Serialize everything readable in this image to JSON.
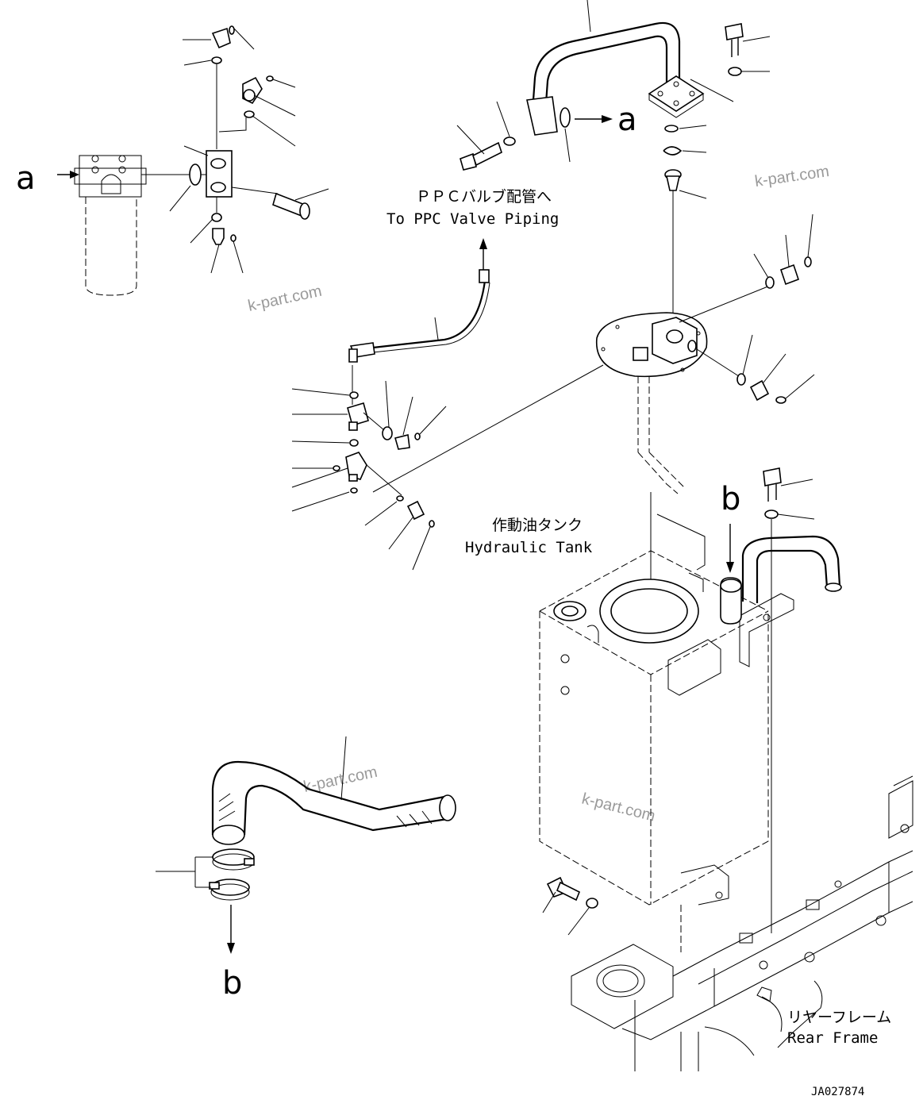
{
  "labels": {
    "ppc_jp": "ＰＰＣバルブ配管へ",
    "ppc_en": "To PPC Valve Piping",
    "tank_jp": "作動油タンク",
    "tank_en": "Hydraulic Tank",
    "frame_jp": "リヤーフレーム",
    "frame_en": "Rear Frame",
    "ref_a": "a",
    "ref_b": "b",
    "drawing_no": "JA027874"
  },
  "watermarks": [
    "k-part.com",
    "k-part.com",
    "k-part.com",
    "k-part.com"
  ]
}
